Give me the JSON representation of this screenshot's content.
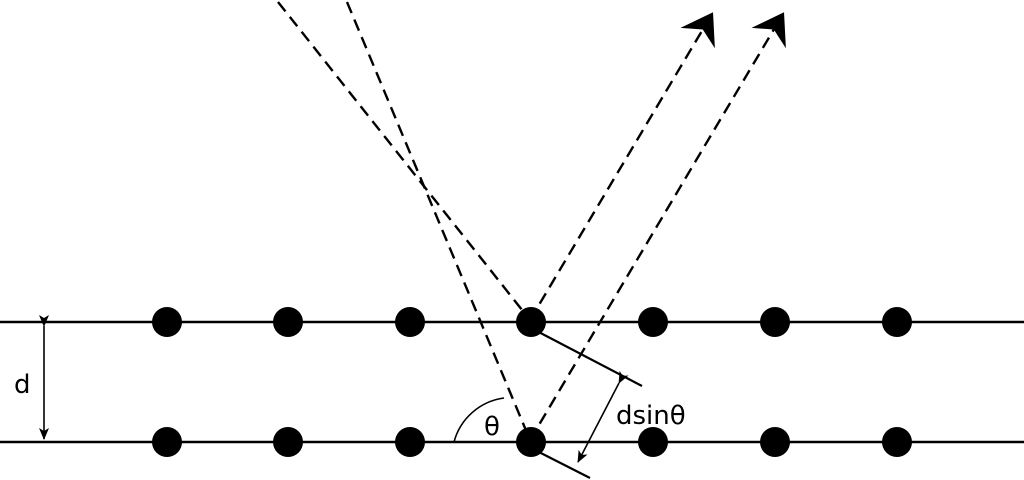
{
  "labels": {
    "spacing": "d",
    "angle": "θ",
    "path_difference": "dsinθ"
  },
  "layout": {
    "atom_rows": 2,
    "atoms_per_row": 7
  }
}
